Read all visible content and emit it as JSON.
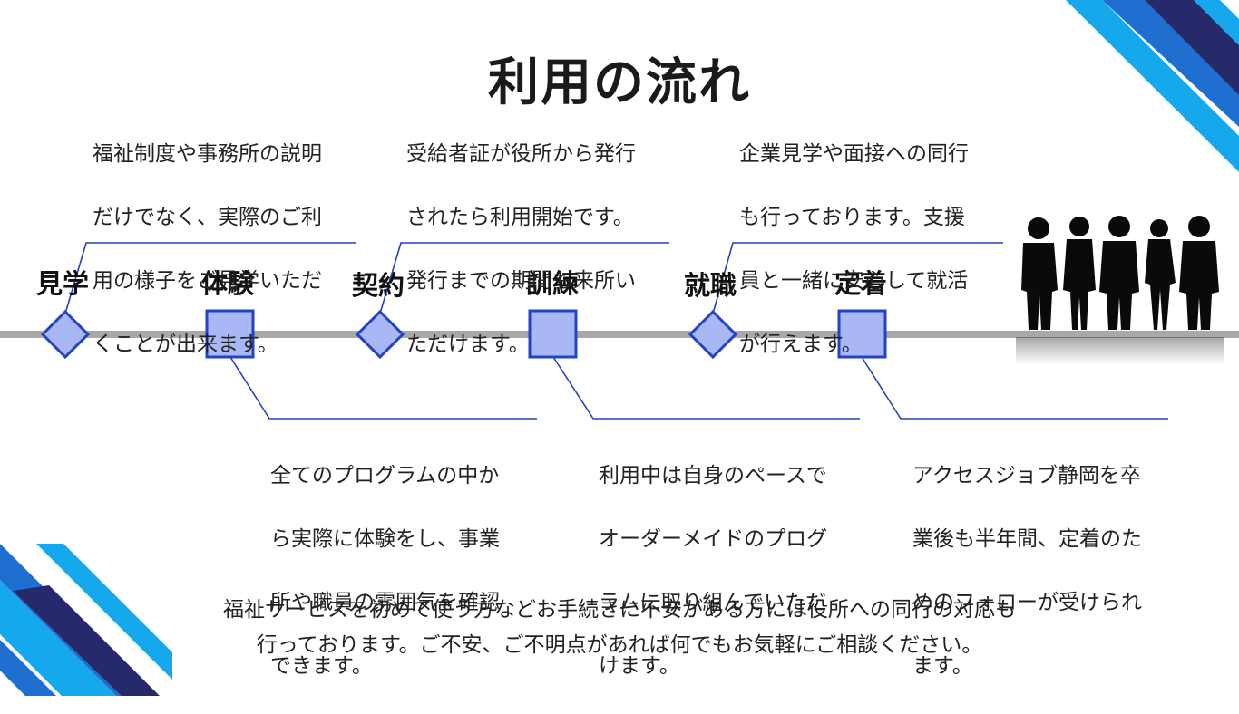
{
  "title": "利用の流れ",
  "stages": [
    {
      "label": "見学",
      "shape": "diamond"
    },
    {
      "label": "体験",
      "shape": "square"
    },
    {
      "label": "契約",
      "shape": "diamond"
    },
    {
      "label": "訓練",
      "shape": "square"
    },
    {
      "label": "就職",
      "shape": "diamond"
    },
    {
      "label": "定着",
      "shape": "square"
    }
  ],
  "descriptions": [
    {
      "stage": "見学",
      "lines": [
        "福祉制度や事務所の説明",
        "だけでなく、実際のご利",
        "用の様子をご見学いただ",
        "くことが出来ます。"
      ]
    },
    {
      "stage": "契約",
      "lines": [
        "受給者証が役所から発行",
        "されたら利用開始です。",
        "発行までの期間も来所い",
        "ただけます。"
      ]
    },
    {
      "stage": "就職",
      "lines": [
        "企業見学や面接への同行",
        "も行っております。支援",
        "員と一緒に安心して就活",
        "が行えます。"
      ]
    },
    {
      "stage": "体験",
      "lines": [
        "全てのプログラムの中か",
        "ら実際に体験をし、事業",
        "所や職員の雰囲気を確認",
        "できます。"
      ]
    },
    {
      "stage": "訓練",
      "lines": [
        "利用中は自身のペースで",
        "オーダーメイドのプログ",
        "ラムに取り組んでいただ",
        "けます。"
      ]
    },
    {
      "stage": "定着",
      "lines": [
        "アクセスジョブ静岡を卒",
        "業後も半年間、定着のた",
        "めのフォローが受けられ",
        "ます。"
      ]
    }
  ],
  "footer": {
    "line1": "福祉サービスを初めて使う方などお手続きに不安がある方には役所への同行の対応も",
    "line2": "行っております。ご不安、ご不明点があれば何でもお気軽にご相談ください。"
  },
  "colors": {
    "marker_fill": "#a9b8f5",
    "marker_stroke": "#2442c8",
    "connector": "#2340c0",
    "timeline": "#a8a8a8",
    "accent_dark": "#262a6b",
    "accent_mid": "#1f6fd0",
    "accent_light": "#15a8ec"
  }
}
